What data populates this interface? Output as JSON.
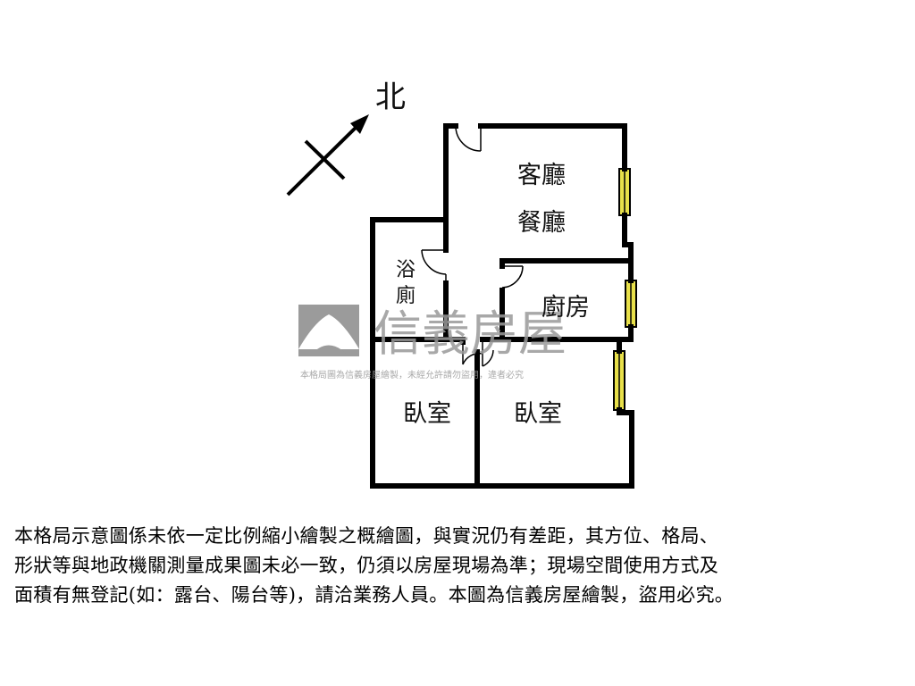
{
  "compass": {
    "label": "北"
  },
  "rooms": {
    "living": "客廳",
    "dining": "餐廳",
    "bath_1": "浴",
    "bath_2": "廁",
    "kitchen": "廚房",
    "bedroom_left": "臥室",
    "bedroom_right": "臥室"
  },
  "watermark": {
    "brand": "信義房屋",
    "notice": "本格局圖為信義房屋繪製，未經允許請勿盜用，違者必究",
    "colors": {
      "logo": "#8a8a8a",
      "text": "#9a9a9a"
    }
  },
  "colors": {
    "wall": "#000000",
    "window": "#e8e04a"
  },
  "disclaimer": [
    "本格局示意圖係未依一定比例縮小繪製之概繪圖，與實況仍有差距，其方位、格局、",
    "形狀等與地政機關測量成果圖未必一致，仍須以房屋現場為準；現場空間使用方式及",
    "面積有無登記(如：露台、陽台等)，請洽業務人員。本圖為信義房屋繪製，盜用必究。"
  ]
}
